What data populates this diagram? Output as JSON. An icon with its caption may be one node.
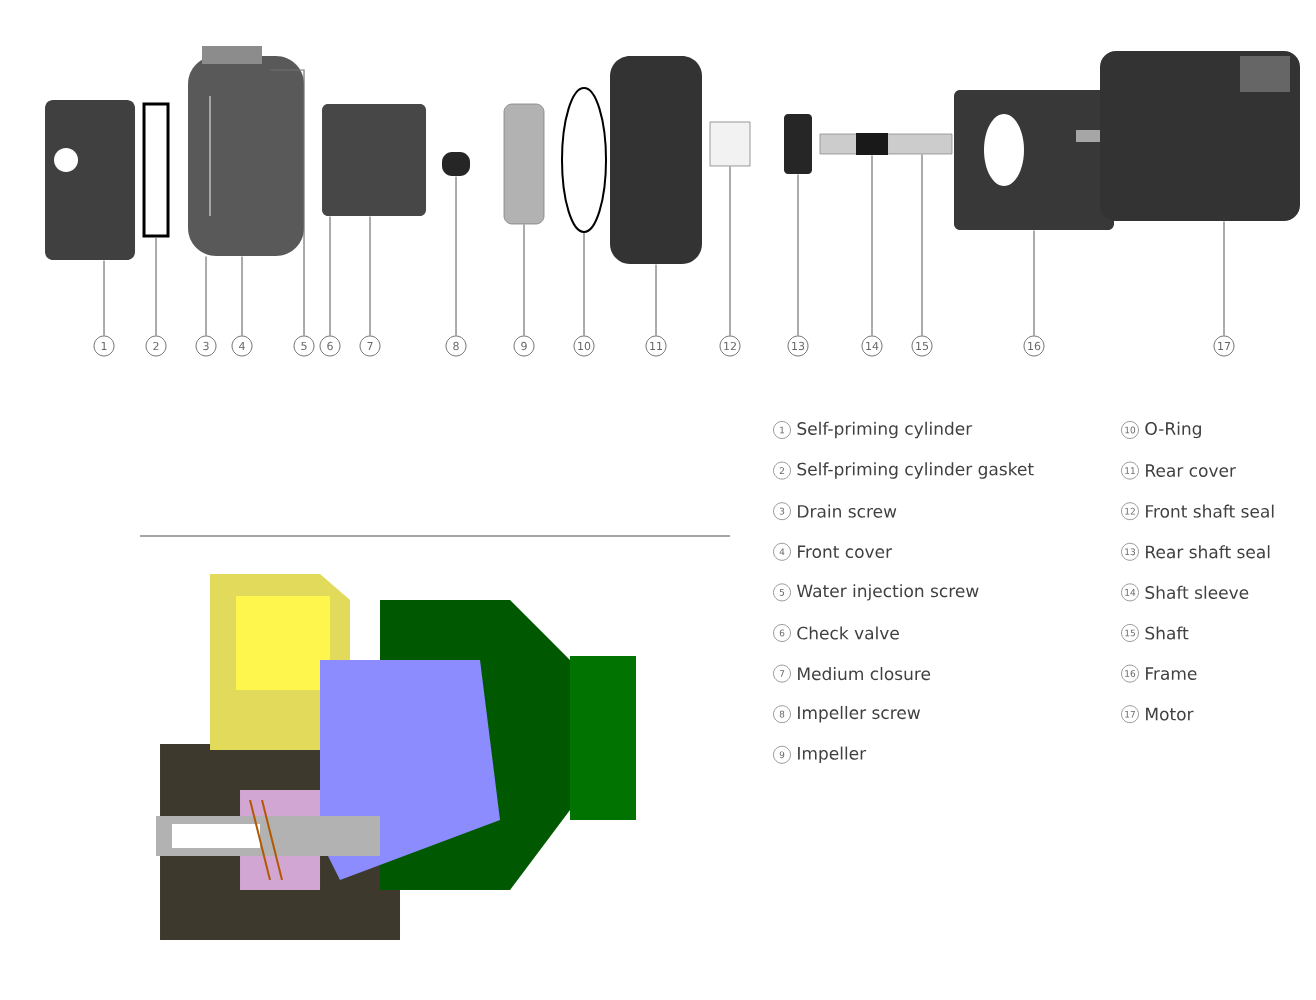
{
  "diagram": {
    "nodes": [
      {
        "text": [
          "1"
        ]
      },
      {
        "text": [
          "2"
        ]
      },
      {
        "text": [
          "3"
        ]
      },
      {
        "text": [
          "4"
        ]
      },
      {
        "text": [
          "5"
        ]
      },
      {
        "text": [
          "6"
        ]
      },
      {
        "text": [
          "7"
        ]
      },
      {
        "text": [
          "8"
        ]
      },
      {
        "text": [
          "9"
        ]
      },
      {
        "text": [
          "10"
        ]
      },
      {
        "text": [
          "11"
        ]
      },
      {
        "text": [
          "12"
        ]
      },
      {
        "text": [
          "13"
        ]
      },
      {
        "text": [
          "14"
        ]
      },
      {
        "text": [
          "15"
        ]
      },
      {
        "text": [
          "16"
        ]
      },
      {
        "text": [
          "17"
        ]
      },
      {
        "text": [],
        "shape": "picture"
      },
      {
        "text": [],
        "shape": "box"
      },
      {
        "text": [],
        "shape": "picture"
      },
      {
        "text": [],
        "shape": "box"
      },
      {
        "text": [],
        "shape": "box"
      },
      {
        "text": [],
        "shape": "box"
      },
      {
        "text": [],
        "shape": "circle"
      },
      {
        "text": [],
        "shape": "box"
      },
      {
        "text": [],
        "shape": "box"
      },
      {
        "text": [],
        "shape": "box"
      },
      {
        "text": [],
        "shape": "box",
        "in": 28
      },
      {
        "text": [],
        "shape": "box"
      },
      {
        "text": [],
        "shape": "picture"
      },
      {
        "text": [],
        "shape": "picture"
      }
    ],
    "edges": [
      {
        "from": 0,
        "to": 17,
        "arrow": "none"
      },
      {
        "from": 1,
        "to": 18,
        "arrow": "none"
      },
      {
        "from": 2,
        "to": 19,
        "arrow": "none"
      },
      {
        "from": 3,
        "to": 19,
        "arrow": "none"
      },
      {
        "from": 4,
        "to": 19,
        "arrow": "none"
      },
      {
        "from": 5,
        "to": 20,
        "arrow": "none"
      },
      {
        "from": 6,
        "to": 20,
        "arrow": "none"
      },
      {
        "from": 7,
        "to": 21,
        "arrow": "none"
      },
      {
        "from": 8,
        "to": 22,
        "arrow": "none"
      },
      {
        "from": 9,
        "to": 23,
        "arrow": "none"
      },
      {
        "from": 10,
        "to": 24,
        "arrow": "none"
      },
      {
        "from": 11,
        "to": 25,
        "arrow": "none"
      },
      {
        "from": 12,
        "to": 26,
        "arrow": "none"
      },
      {
        "from": 13,
        "to": 27,
        "arrow": "none"
      },
      {
        "from": 14,
        "to": 28,
        "arrow": "none"
      },
      {
        "from": 15,
        "to": 29,
        "arrow": "none"
      },
      {
        "from": 16,
        "to": 30,
        "arrow": "none"
      }
    ],
    "labels": [
      "1",
      "Self-priming cylinder",
      "2",
      "Self-priming cylinder gasket",
      "3",
      "Drain screw",
      "4",
      "Front cover",
      "5",
      "Water injection screw",
      "6",
      "Check valve",
      "7",
      "Medium closure",
      "8",
      "Impeller screw",
      "9",
      "Impeller",
      "10",
      "O-Ring",
      "11",
      "Rear cover",
      "12",
      "Front shaft seal",
      "13",
      "Rear shaft seal",
      "14",
      "Shaft sleeve",
      "15",
      "Shaft",
      "16",
      "Frame",
      "17",
      "Motor"
    ]
  }
}
